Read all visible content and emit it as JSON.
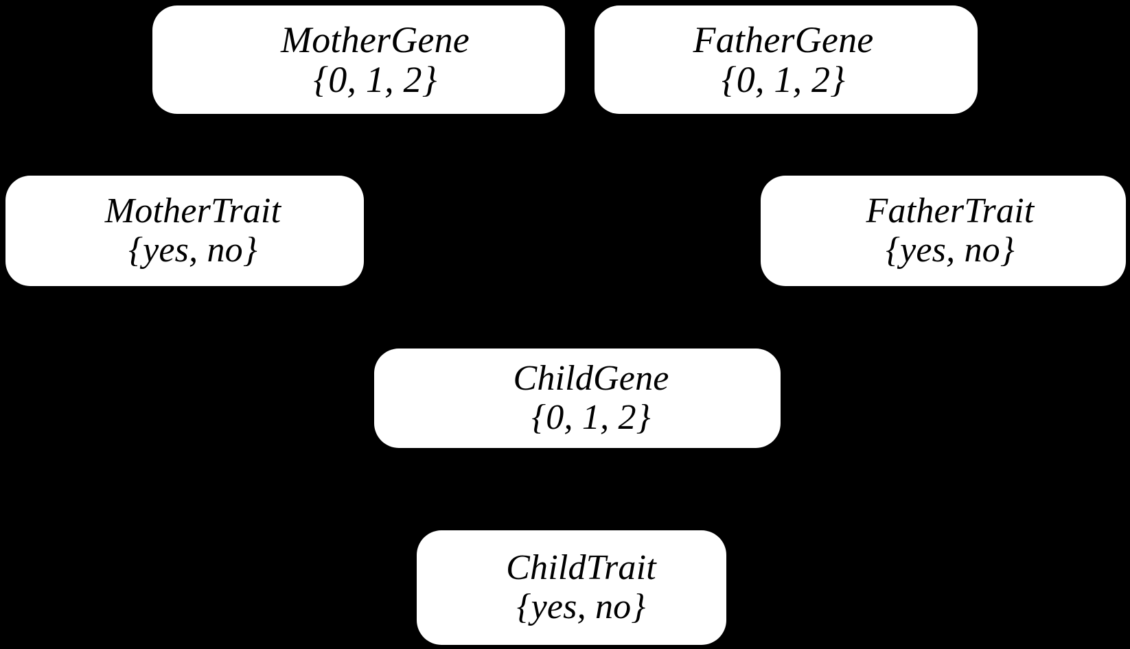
{
  "diagram": {
    "title": "Bayesian network of gene and trait variables",
    "background_color": "#000000",
    "node_fill_color": "#ffffff",
    "node_text_color": "#000000",
    "nodes": [
      {
        "id": "mother-gene",
        "name": "MotherGene",
        "domain": "{0, 1, 2}"
      },
      {
        "id": "father-gene",
        "name": "FatherGene",
        "domain": "{0, 1, 2}"
      },
      {
        "id": "mother-trait",
        "name": "MotherTrait",
        "domain": "{yes, no}"
      },
      {
        "id": "father-trait",
        "name": "FatherTrait",
        "domain": "{yes, no}"
      },
      {
        "id": "child-gene",
        "name": "ChildGene",
        "domain": "{0, 1, 2}"
      },
      {
        "id": "child-trait",
        "name": "ChildTrait",
        "domain": "{yes, no}"
      }
    ]
  }
}
